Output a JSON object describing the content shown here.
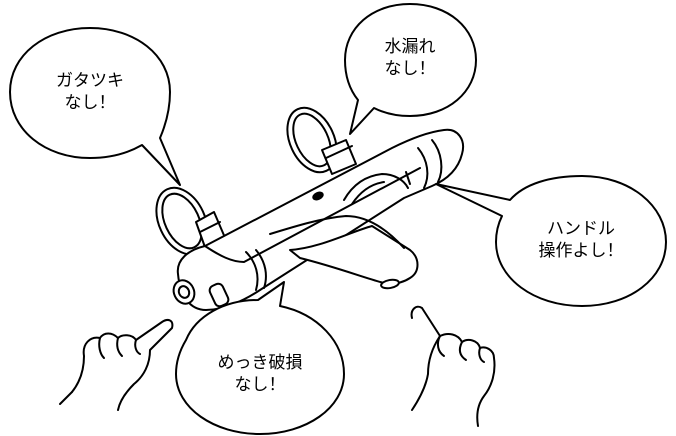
{
  "bubbles": {
    "rattle": {
      "line1": "ガタツキ",
      "line2": "なし！"
    },
    "leak": {
      "line1": "水漏れ",
      "line2": "なし！"
    },
    "handle": {
      "line1": "ハンドル",
      "line2": "操作よし！"
    },
    "plating": {
      "line1": "めっき破損",
      "line2": "なし！"
    }
  },
  "colors": {
    "line": "#000000",
    "fill": "#ffffff"
  }
}
